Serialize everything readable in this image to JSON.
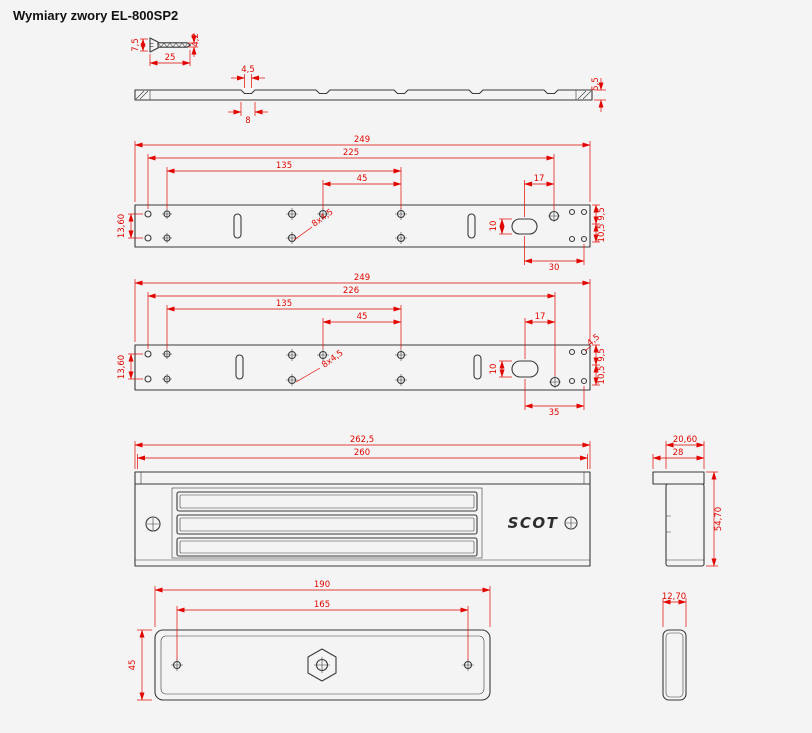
{
  "title": "Wymiary zwory EL-800SP2",
  "colors": {
    "dimension": "#e10600",
    "line": "#3a3a3a",
    "background": "#f4f4f4"
  },
  "screw_view": {
    "head_height": "7,5",
    "length": "25",
    "thread_dia": "4,2"
  },
  "profile_view": {
    "notch_top": "4,5",
    "notch_bottom": "8",
    "thickness": "5,5"
  },
  "plate_view_1": {
    "overall_length": "249",
    "hole_span": "225",
    "pitch_a": "135",
    "pitch_b": "45",
    "oval_offset": "17",
    "holes_callout": "8x4,5",
    "oval_width": "10",
    "left_offset": "13,60",
    "right_offset_top": "9,5",
    "right_offset_bottom": "10,5",
    "end_offset": "30"
  },
  "plate_view_2": {
    "overall_length": "249",
    "hole_span": "226",
    "pitch_a": "135",
    "pitch_b": "45",
    "oval_offset": "17",
    "holes_callout": "8x4,5",
    "oval_width": "10",
    "small_holes_callout": "4,5",
    "left_offset": "13,60",
    "right_offset_top": "9,5",
    "right_offset_bottom": "10,5",
    "end_offset": "35"
  },
  "body_front_view": {
    "overall_length": "262,5",
    "body_length": "260",
    "logo": "SCOT"
  },
  "body_side_view": {
    "body_depth": "20,60",
    "overall_depth": "28",
    "height": "54,70"
  },
  "armature_view": {
    "length": "190",
    "hole_span": "165",
    "width": "45"
  },
  "armature_side_view": {
    "thickness": "12,70"
  }
}
